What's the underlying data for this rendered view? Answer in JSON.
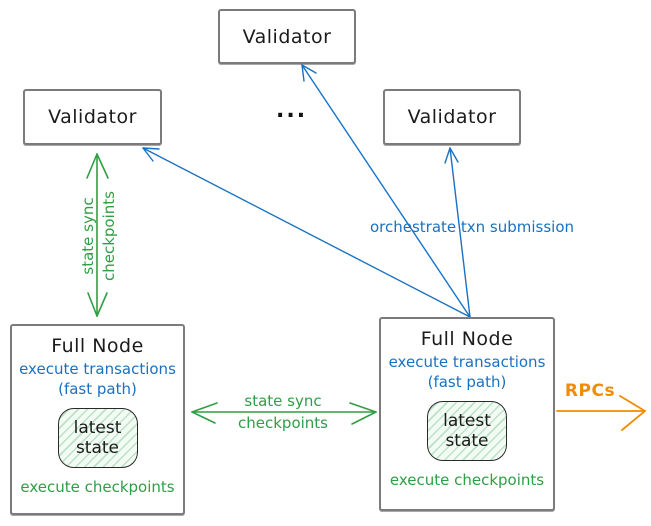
{
  "colors": {
    "green": "#2f9e44",
    "blue": "#1971c2",
    "orange": "#f08c00",
    "border_gray": "#7b7b7b",
    "ink": "#1b1b1b",
    "state_fill": "#f2fbf4"
  },
  "nodes": {
    "validator_top": {
      "label": "Validator"
    },
    "validator_left": {
      "label": "Validator"
    },
    "validator_right": {
      "label": "Validator"
    },
    "ellipsis": {
      "label": "..."
    },
    "fullnode_left": {
      "title": "Full Node",
      "exec_line1": "execute transactions",
      "exec_line2": "(fast path)",
      "state_line1": "latest",
      "state_line2": "state",
      "footer": "execute checkpoints"
    },
    "fullnode_right": {
      "title": "Full Node",
      "exec_line1": "execute transactions",
      "exec_line2": "(fast path)",
      "state_line1": "latest",
      "state_line2": "state",
      "footer": "execute checkpoints"
    }
  },
  "edges": {
    "validator_fullnode_sync": {
      "line1": "state sync",
      "line2": "checkpoints"
    },
    "fullnode_fullnode_sync": {
      "line1": "state sync",
      "line2": "checkpoints"
    },
    "orchestrate": {
      "label": "orchestrate txn submission"
    },
    "rpcs": {
      "label": "RPCs"
    }
  }
}
